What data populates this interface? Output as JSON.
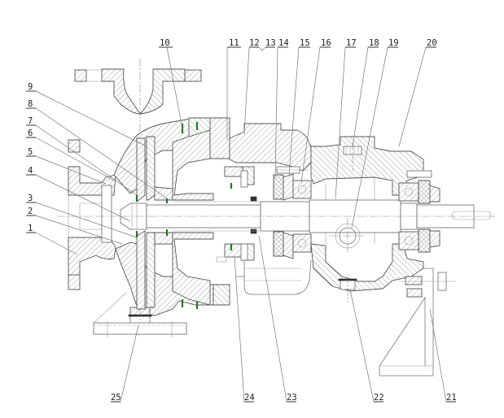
{
  "drawing": {
    "title": "Centrifugal pump sectional assembly drawing",
    "colors": {
      "line": "#777777",
      "hatch": "#666666",
      "gasket": "#1f7a1f",
      "text": "#222222",
      "background": "#ffffff"
    },
    "callouts": [
      {
        "id": "1",
        "label": "1"
      },
      {
        "id": "2",
        "label": "2"
      },
      {
        "id": "3",
        "label": "3"
      },
      {
        "id": "4",
        "label": "4"
      },
      {
        "id": "5",
        "label": "5"
      },
      {
        "id": "6",
        "label": "6"
      },
      {
        "id": "7",
        "label": "7"
      },
      {
        "id": "8",
        "label": "8"
      },
      {
        "id": "9",
        "label": "9"
      },
      {
        "id": "10",
        "label": "10"
      },
      {
        "id": "11",
        "label": "11"
      },
      {
        "id": "12",
        "label": "12"
      },
      {
        "id": "13",
        "label": "13"
      },
      {
        "id": "14",
        "label": "14"
      },
      {
        "id": "15",
        "label": "15"
      },
      {
        "id": "16",
        "label": "16"
      },
      {
        "id": "17",
        "label": "17"
      },
      {
        "id": "18",
        "label": "18"
      },
      {
        "id": "19",
        "label": "19"
      },
      {
        "id": "20",
        "label": "20"
      },
      {
        "id": "21",
        "label": "21"
      },
      {
        "id": "22",
        "label": "22"
      },
      {
        "id": "23",
        "label": "23"
      },
      {
        "id": "24",
        "label": "24"
      },
      {
        "id": "25",
        "label": "25"
      }
    ]
  }
}
